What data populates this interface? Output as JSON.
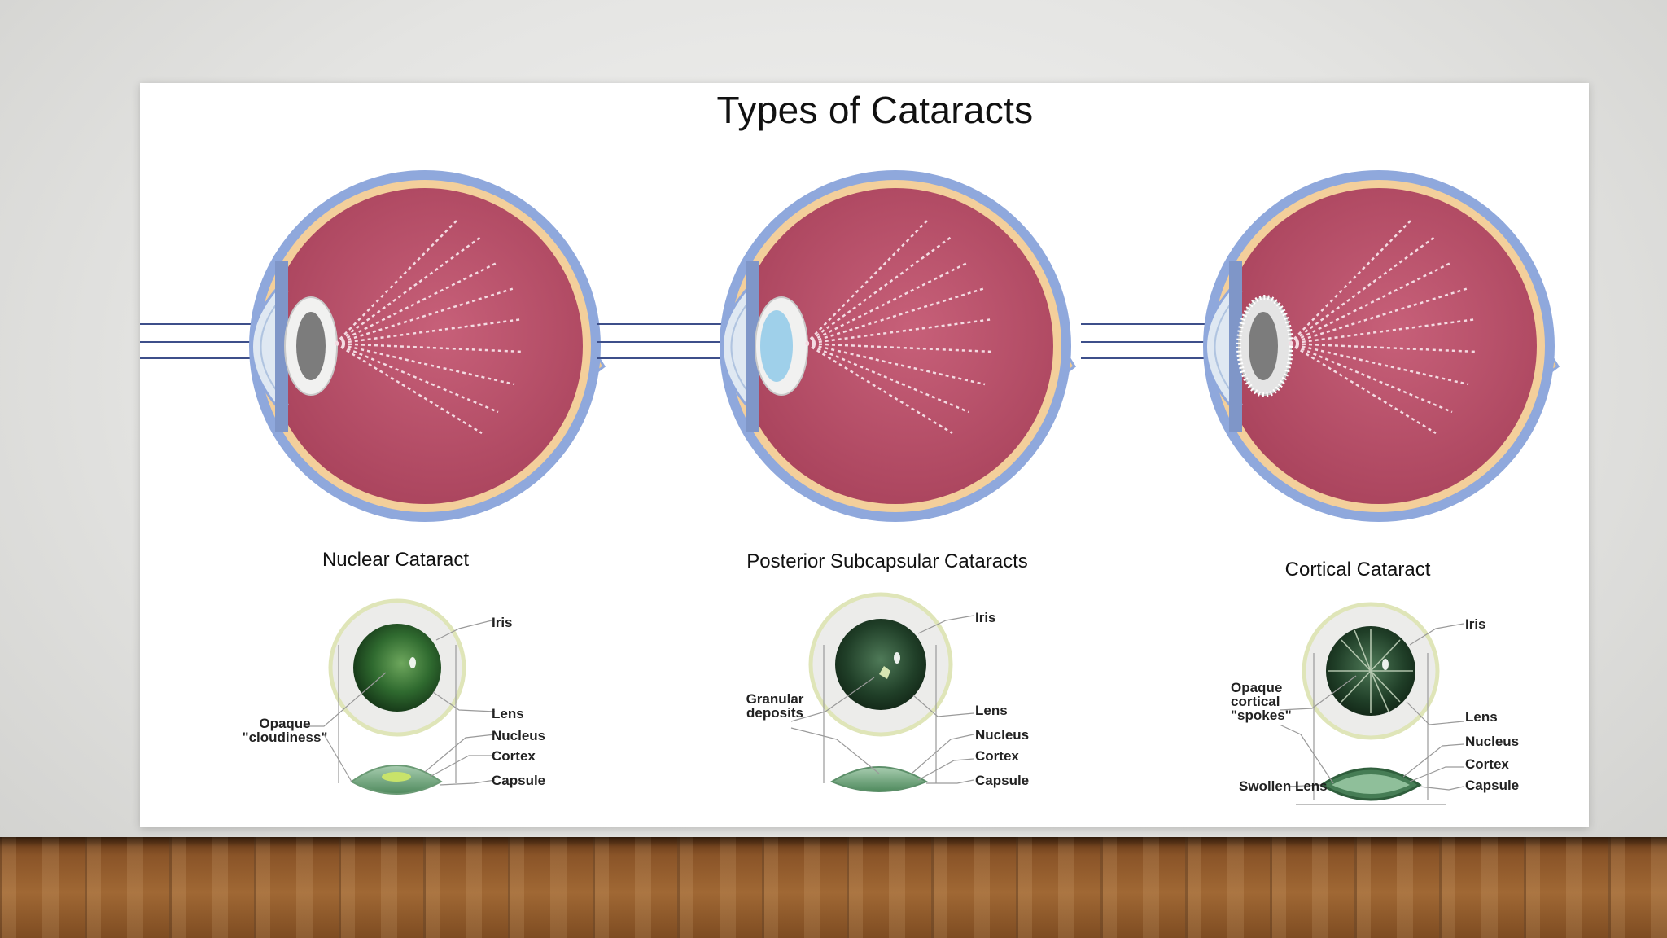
{
  "title": "Types of Cataracts",
  "panels": [
    {
      "name": "Nuclear Cataract",
      "callouts": {
        "iris": "Iris",
        "opacity": "Opaque\n\"cloudiness\"",
        "lens": "Lens",
        "nucleus": "Nucleus",
        "cortex": "Cortex",
        "capsule": "Capsule"
      }
    },
    {
      "name": "Posterior Subcapsular Cataracts",
      "callouts": {
        "iris": "Iris",
        "opacity": "Granular\ndeposits",
        "lens": "Lens",
        "nucleus": "Nucleus",
        "cortex": "Cortex",
        "capsule": "Capsule"
      }
    },
    {
      "name": "Cortical Cataract",
      "callouts": {
        "iris": "Iris",
        "opacity": "Opaque\ncortical\n\"spokes\"",
        "lens": "Lens",
        "nucleus": "Nucleus",
        "cortex": "Cortex",
        "capsule": "Capsule",
        "swollen": "Swollen Lens"
      }
    }
  ],
  "colors": {
    "eye_interior": "#b8506a",
    "sclera_outline": "#8fa8dc",
    "choroid": "#f3cf9b",
    "optic_nerve": "#f0c98f",
    "lens_ring": "#f0f0ef",
    "pupil_green": "#2e6b2f",
    "capsule_green": "#7fae86"
  }
}
